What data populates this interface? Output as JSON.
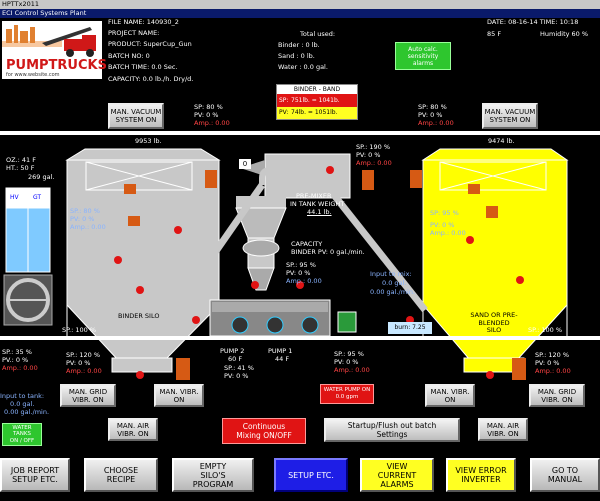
{
  "window": {
    "title": "HPTTx2011",
    "subtitle": "ECI Control Systems Plant"
  },
  "logo": {
    "text": "PUMPTRUCKS",
    "tagline": "for www.website.com"
  },
  "header": {
    "file_name": "FILE NAME: 140930_2",
    "project_name": "PROJECT NAME:",
    "product": "PRODUCT: SuperCup_Gun",
    "batch": "BATCH NO: 0",
    "batch_time": "BATCH TIME: 0.0 Sec.",
    "capacity": "CAPACITY: 0.0 lb./h. Dry/d.",
    "date_time": "DATE: 08-16-14  TIME: 10:18",
    "temp": "85 F",
    "humidity": "Humidity  60 %"
  },
  "totals": {
    "title": "Total used:",
    "binder": "Binder : 0 lb.",
    "sand": "Sand : 0 lb.",
    "water": "Water : 0.0 gal."
  },
  "alarm_notice": "Auto calc. sensitivity\nalarms",
  "binder_band": {
    "title": "BINDER - BAND",
    "sp_label": "SP:",
    "sp_value": "751lb. = 1041b.",
    "pv_label": "PV:",
    "pv_value": "74lb. = 1051lb."
  },
  "left_silo": {
    "weight": "9953 lb.",
    "label": "BINDER SILO",
    "sp_top": "SP: 80 %",
    "pv_top": "PV: 0 %",
    "amp_top": "Amp.: 0.00",
    "sp_mid": "SP.: 80 %",
    "pv_mid": "PV: 0 %",
    "amp_mid": "Amp.: 0.00",
    "sp_bottom": "SP.: 100 %",
    "vacuum_button": "MAN. VACUUM\nSYSTEM ON"
  },
  "right_silo": {
    "weight": "9474 lb.",
    "label": "SAND OR PRE-BLENDED\nSILO",
    "sp_top": "SP: 80 %",
    "pv_top": "PV: 0 %",
    "amp_top": "Amp.: 0.00",
    "sp_mid": "SP: 95 %",
    "pv_mid": "PV: 0 %",
    "amp_mid": "Amp.: 0.00",
    "sp_bottom": "SP.: 100 %",
    "vacuum_button": "MAN. VACUUM\nSYSTEM ON"
  },
  "water_tank": {
    "oz": "OZ.: 41 F",
    "ht": "HT.: 50 F",
    "gal": "269 gal.",
    "hv_label": "HV",
    "gt_label": "GT",
    "sp": "SP.: 35 %",
    "pv": "PV.: 0 %",
    "amp": "Amp.: 0.00",
    "input_label": "Input to tank:",
    "input_gal": "0.0 gal.",
    "input_rate": "0.00 gal./min.",
    "water_button": "WATER\nTANKS\nON / OFF"
  },
  "center": {
    "feeder_label": "0",
    "sp1": "SP.: 190 %",
    "pv1": "PV: 0 %",
    "amp1": "Amp.: 0.00",
    "pre_mixer": "PRE-MIXER",
    "in_tank_weight": "IN TANK WEIGHT",
    "weight": "44.1 lb.",
    "capacity_title": "CAPACITY",
    "capacity_binder": "BINDER PV: 0 gal./min.",
    "sp2": "SP.: 95 %",
    "pv2": "PV: 0 %",
    "amp2": "Amp.: 0.00",
    "input_to_mix": "Input to mix:",
    "mix_gal": "0.0 gal.",
    "mix_rate": "0.00 gal./min.",
    "burn": "burn: 7.25",
    "pump2_title": "PUMP 2",
    "pump2_temp": "60 F",
    "pump2_sp": "SP.: 41 %",
    "pump2_pv": "PV: 0 %",
    "pump1_title": "PUMP 1",
    "pump1_temp": "44 F",
    "pump1_sp": "SP.: 95 %",
    "pump1_pv": "PV: 0 %",
    "pump1_amp": "Amp.: 0.00",
    "water_pump_button": "WATER PUMP ON\n0.0 gpm"
  },
  "vibrators": {
    "left_grid": {
      "sp": "SP.: 120 %",
      "pv": "PV: 0 %",
      "amp": "Amp.: 0.00",
      "label": "MAN. GRID\nVIBR. ON"
    },
    "left_vibr": {
      "label": "MAN. VIBR.\nON"
    },
    "left_air": {
      "label": "MAN. AIR\nVIBR. ON"
    },
    "right_vibr": {
      "label": "MAN. VIBR.\nON"
    },
    "right_grid": {
      "sp": "SP.: 120 %",
      "pv": "PV: 0 %",
      "amp": "Amp.: 0.00",
      "label": "MAN. GRID\nVIBR. ON"
    },
    "right_air": {
      "label": "MAN. AIR\nVIBR. ON"
    }
  },
  "controls": {
    "continuous_mix": "Continuous\nMixing ON/OFF",
    "startup_flush": "Startup/Flush out batch\nSettings"
  },
  "bottom_buttons": [
    {
      "label": "JOB REPORT\nSETUP ETC."
    },
    {
      "label": "CHOOSE\nRECIPE"
    },
    {
      "label": "EMPTY\nSILO'S\nPROGRAM"
    },
    {
      "label": "SETUP ETC."
    },
    {
      "label": "VIEW\nCURRENT\nALARMS"
    },
    {
      "label": "VIEW ERROR\nINVERTER"
    },
    {
      "label": "GO TO\nMANUAL"
    }
  ],
  "colors": {
    "accent_blue": "#1e1ee6",
    "alarm_yellow": "#ffff22",
    "alarm_red": "#e01414",
    "ok_green": "#2ec62e",
    "silo_gray": "#c8c8c8",
    "silo_yellow": "#ffff00"
  }
}
